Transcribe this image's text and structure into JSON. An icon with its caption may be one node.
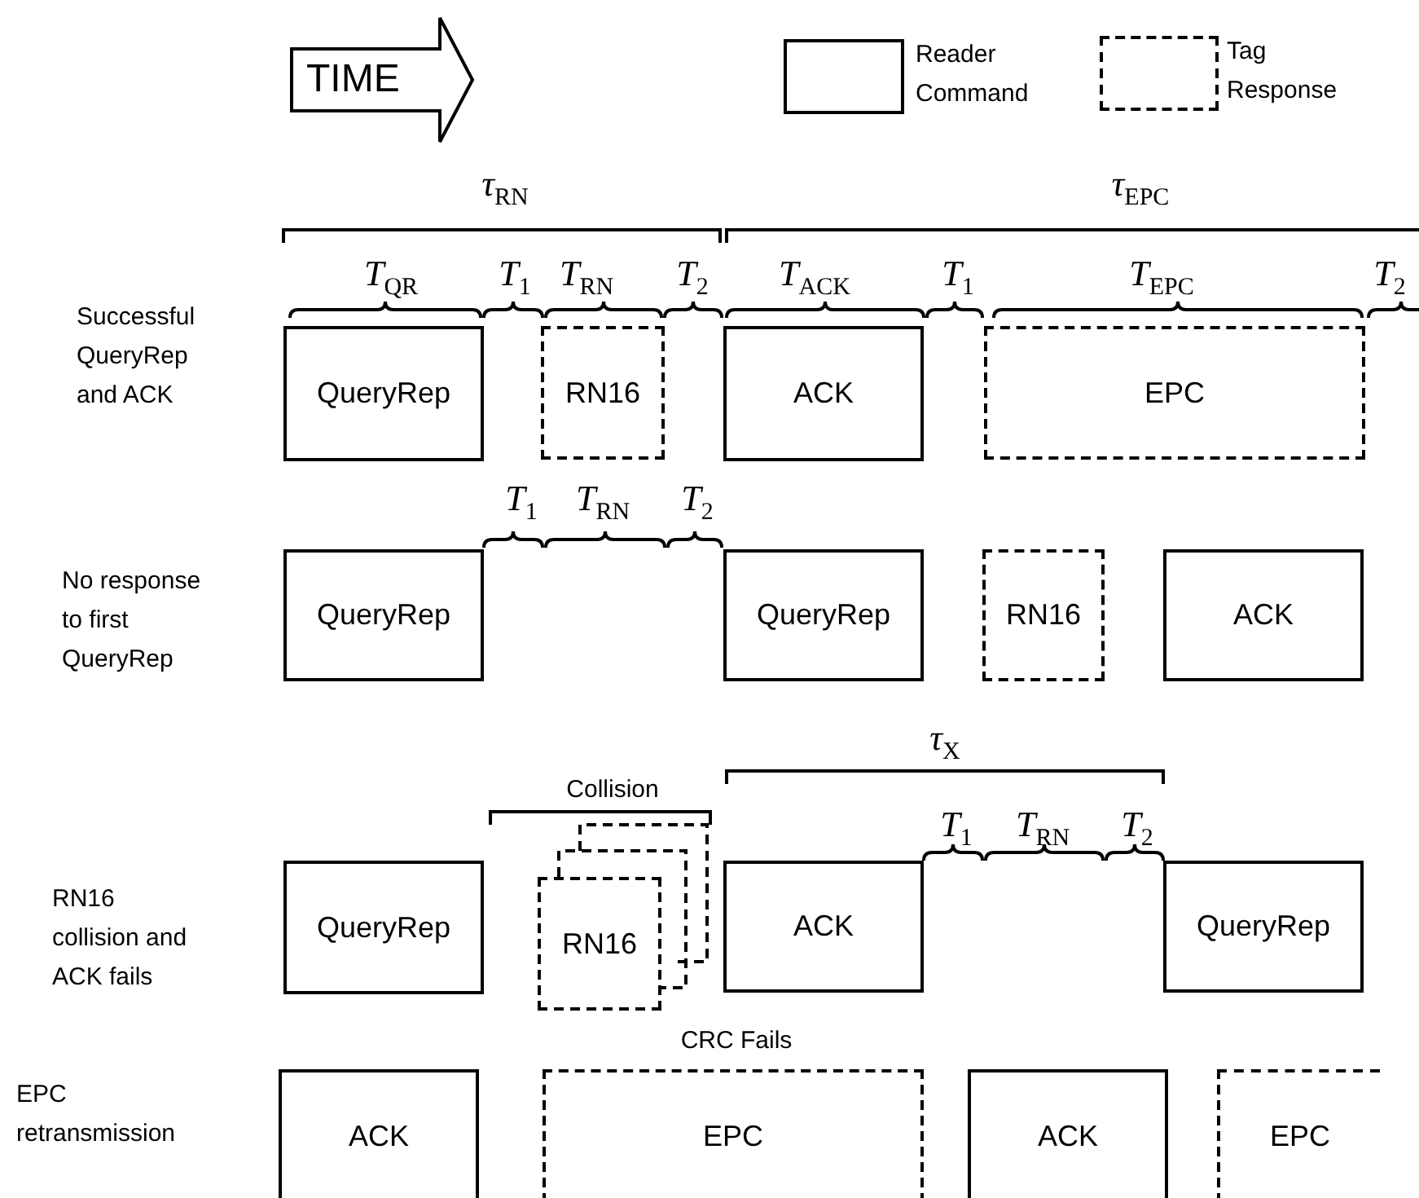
{
  "diagram": {
    "nodes": [
      {
        "text": [
          "TIME"
        ]
      },
      {
        "text": [
          "QueryRep"
        ]
      },
      {
        "text": [
          "RN16"
        ]
      },
      {
        "text": [
          "ACK"
        ]
      },
      {
        "text": [
          "EPC"
        ]
      },
      {
        "text": [
          "QueryRep"
        ]
      },
      {
        "text": [
          "QueryRep"
        ]
      },
      {
        "text": [
          "RN16"
        ]
      },
      {
        "text": [
          "ACK"
        ]
      },
      {
        "text": [
          "QueryRep"
        ]
      },
      {
        "text": [],
        "shape": "box"
      },
      {
        "text": [],
        "shape": "box"
      },
      {
        "text": [
          "RN16"
        ]
      },
      {
        "text": [
          "ACK"
        ]
      },
      {
        "text": [
          "QueryRep"
        ]
      },
      {
        "text": [
          "ACK"
        ]
      },
      {
        "text": [
          "EPC"
        ]
      },
      {
        "text": [
          "ACK"
        ]
      },
      {
        "text": [
          "EPC"
        ]
      }
    ],
    "labels": [
      "*τ*$_{RN}$",
      "*τ*$_{EPC}$",
      "*T*$_{QR}$",
      "*T*$_{1}$",
      "*T*$_{RN}$",
      "*T*$_{2}$",
      "*T*$_{ACK}$",
      "*T*$_{1}$",
      "*T*$_{EPC}$",
      "*T*$_{2}$",
      "Successful QueryRep and ACK",
      "*T*$_{1}$",
      "*T*$_{RN}$",
      "*T*$_{2}$",
      "No response to first QueryRep",
      "*τ*$_{X}$",
      "Collision",
      "*T*$_{1}$",
      "*T*$_{RN}$",
      "*T*$_{2}$",
      "RN16 collision and ACK fails",
      "CRC Fails",
      "EPC retransmission"
    ],
    "legend": [
      {
        "text": "Reader Command"
      },
      {
        "text": "Tag Response"
      }
    ]
  }
}
